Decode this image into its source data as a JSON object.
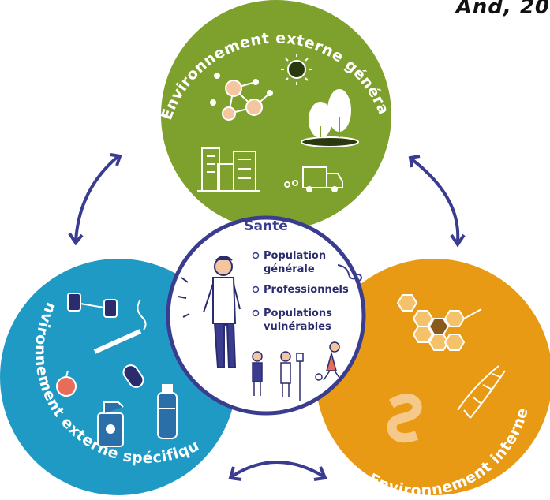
{
  "corner_text": "And, 20",
  "circles": {
    "top": {
      "label": "Environnement externe général",
      "color": "#7ea02c"
    },
    "left": {
      "label": "Environnement externe spécifique",
      "color": "#1f9ac4"
    },
    "right": {
      "label": "Environnement interne",
      "color": "#e89a14"
    }
  },
  "center": {
    "title": "Santé",
    "items": [
      {
        "line1": "Population",
        "line2": "générale"
      },
      {
        "line1": "Professionnels",
        "line2": ""
      },
      {
        "line1": "Populations",
        "line2": "vulnérables"
      }
    ]
  },
  "colors": {
    "arrows": "#3a3c8f",
    "center_border": "#3a3c8f",
    "icon_dark": "#3a3c8f"
  }
}
